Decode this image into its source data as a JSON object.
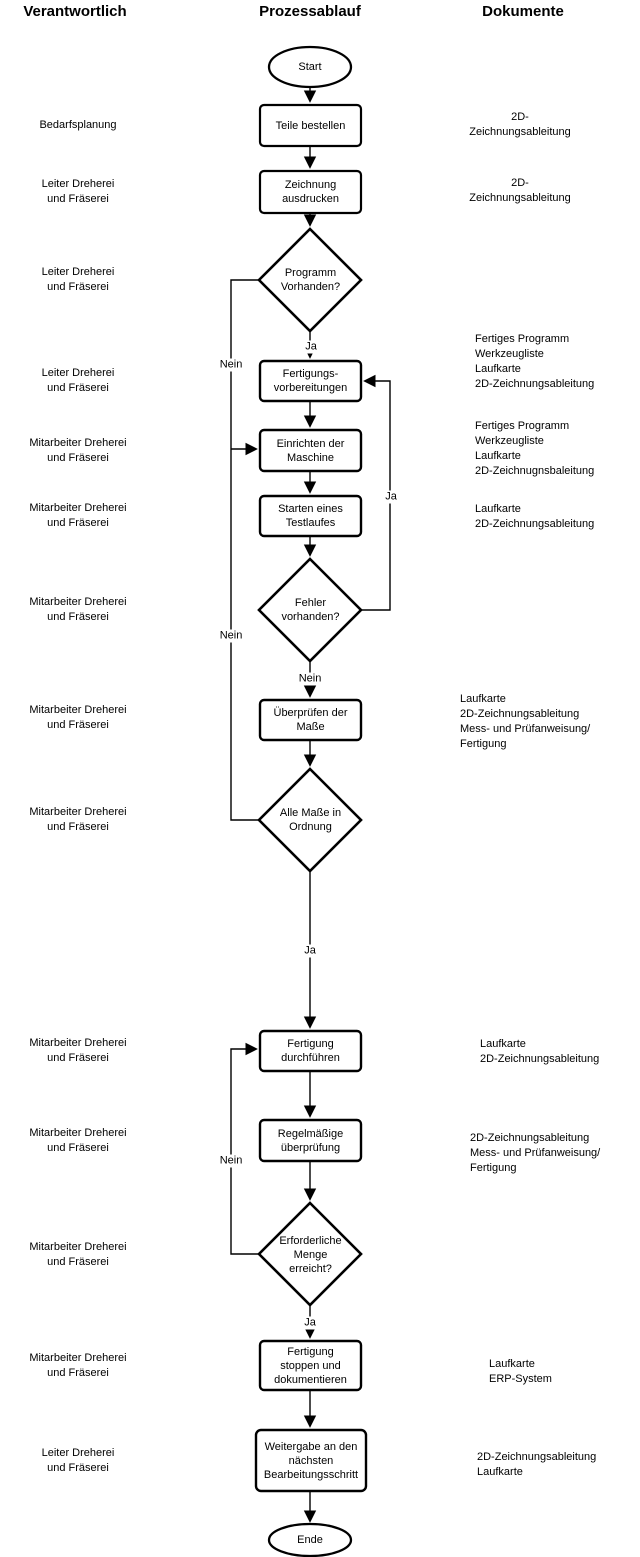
{
  "header": {
    "responsible": "Verantwortlich",
    "process": "Prozessablauf",
    "documents": "Dokumente"
  },
  "nodes": [
    {
      "id": "start",
      "type": "terminator",
      "label": "Start"
    },
    {
      "id": "teile-bestellen",
      "type": "process",
      "label": "Teile bestellen"
    },
    {
      "id": "zeichnung-ausdrucken",
      "type": "process",
      "label": "Zeichnung\nausdrucken"
    },
    {
      "id": "programm-vorhanden",
      "type": "decision",
      "label": "Programm\nVorhanden?"
    },
    {
      "id": "fertigungsvorbereitungen",
      "type": "process",
      "label": "Fertigungs-\nvorbereitungen"
    },
    {
      "id": "einrichten-maschine",
      "type": "process",
      "label": "Einrichten der\nMaschine"
    },
    {
      "id": "starten-testlauf",
      "type": "process",
      "label": "Starten eines\nTestlaufes"
    },
    {
      "id": "fehler-vorhanden",
      "type": "decision",
      "label": "Fehler\nvorhanden?"
    },
    {
      "id": "ueberpruefen-masse",
      "type": "process",
      "label": "Überprüfen der\nMaße"
    },
    {
      "id": "alle-masse-ordnung",
      "type": "decision",
      "label": "Alle Maße in\nOrdnung"
    },
    {
      "id": "fertigung-durchfuehren",
      "type": "process",
      "label": "Fertigung\ndurchführen"
    },
    {
      "id": "regelmaessige-ueberpruefung",
      "type": "process",
      "label": "Regelmäßige\nüberprüfung"
    },
    {
      "id": "erforderliche-menge",
      "type": "decision",
      "label": "Erforderliche\nMenge\nerreicht?"
    },
    {
      "id": "fertigung-stoppen",
      "type": "process",
      "label": "Fertigung\nstoppen und\ndokumentieren"
    },
    {
      "id": "weitergabe",
      "type": "process",
      "label": "Weitergabe an den\nnächsten\nBearbeitungsschritt"
    },
    {
      "id": "ende",
      "type": "terminator",
      "label": "Ende"
    }
  ],
  "edge_labels": [
    {
      "id": "programm-ja",
      "text": "Ja"
    },
    {
      "id": "programm-nein",
      "text": "Nein"
    },
    {
      "id": "fehler-ja",
      "text": "Ja"
    },
    {
      "id": "fehler-nein",
      "text": "Nein"
    },
    {
      "id": "masse-nein",
      "text": "Nein"
    },
    {
      "id": "masse-ja",
      "text": "Ja"
    },
    {
      "id": "menge-nein",
      "text": "Nein"
    },
    {
      "id": "menge-ja",
      "text": "Ja"
    }
  ],
  "responsibilities": [
    {
      "text": "Bedarfsplanung"
    },
    {
      "text": "Leiter Dreherei\nund Fräserei"
    },
    {
      "text": "Leiter Dreherei\nund Fräserei"
    },
    {
      "text": "Leiter Dreherei\nund Fräserei"
    },
    {
      "text": "Mitarbeiter Dreherei\nund Fräserei"
    },
    {
      "text": "Mitarbeiter Dreherei\nund Fräserei"
    },
    {
      "text": "Mitarbeiter Dreherei\nund Fräserei"
    },
    {
      "text": "Mitarbeiter Dreherei\nund Fräserei"
    },
    {
      "text": "Mitarbeiter Dreherei\nund Fräserei"
    },
    {
      "text": "Mitarbeiter Dreherei\nund Fräserei"
    },
    {
      "text": "Mitarbeiter Dreherei\nund Fräserei"
    },
    {
      "text": "Mitarbeiter Dreherei\nund Fräserei"
    },
    {
      "text": "Mitarbeiter Dreherei\nund Fräserei"
    },
    {
      "text": "Leiter Dreherei\nund Fräserei"
    }
  ],
  "documents": [
    {
      "text": "2D-\nZeichnungsableitung"
    },
    {
      "text": "2D-\nZeichnungsableitung"
    },
    {
      "text": "Fertiges Programm\nWerkzeugliste\nLaufkarte\n2D-Zeichnungsableitung"
    },
    {
      "text": "Fertiges Programm\nWerkzeugliste\nLaufkarte\n2D-Zeichnugnsbaleitung"
    },
    {
      "text": "Laufkarte\n2D-Zeichnungsableitung"
    },
    {
      "text": "Laufkarte\n2D-Zeichnungsableitung\nMess- und Prüfanweisung/\nFertigung"
    },
    {
      "text": "Laufkarte\n2D-Zeichnungsableitung"
    },
    {
      "text": "2D-Zeichnungsableitung\nMess- und Prüfanweisung/\nFertigung"
    },
    {
      "text": "Laufkarte\nERP-System"
    },
    {
      "text": "2D-Zeichnungsableitung\nLaufkarte"
    }
  ],
  "colors": {
    "stroke": "#000000",
    "fill": "#ffffff"
  }
}
